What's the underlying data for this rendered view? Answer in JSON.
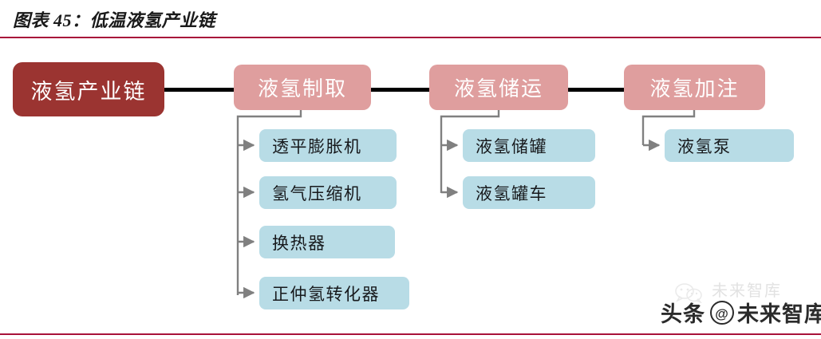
{
  "header": {
    "title": "图表 45：低温液氢产业链",
    "rule_color": "#a8123a"
  },
  "colors": {
    "root_fill": "#9b3431",
    "stage_fill": "#df9e9e",
    "leaf_fill": "#b8dce6",
    "connector_main": "#000000",
    "connector_branch": "#808080",
    "accent": "#a8123a"
  },
  "diagram": {
    "type": "flow-tree",
    "root": {
      "label": "液氢产业链"
    },
    "stages": [
      {
        "label": "液氢制取",
        "children": [
          {
            "label": "透平膨胀机"
          },
          {
            "label": "氢气压缩机"
          },
          {
            "label": "换热器"
          },
          {
            "label": "正仲氢转化器"
          }
        ]
      },
      {
        "label": "液氢储运",
        "children": [
          {
            "label": "液氢储罐"
          },
          {
            "label": "液氢罐车"
          }
        ]
      },
      {
        "label": "液氢加注",
        "children": [
          {
            "label": "液氢泵"
          }
        ]
      }
    ]
  },
  "watermark": {
    "faint_text": "未来智库",
    "platform": "头条",
    "at": "@",
    "account": "未来智库"
  }
}
